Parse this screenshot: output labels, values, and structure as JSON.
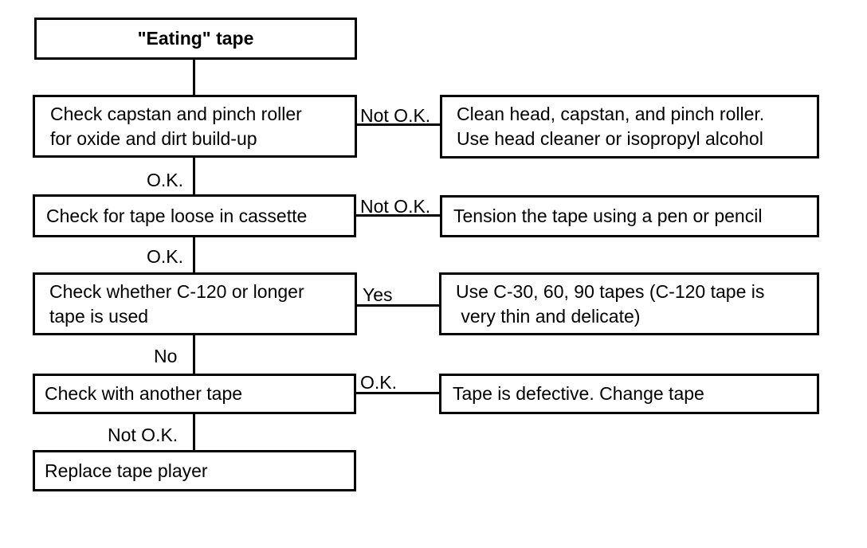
{
  "title_box": "\"Eating\" tape",
  "steps": [
    {
      "check_lines": [
        "Check capstan and pinch roller",
        "for oxide and dirt build-up"
      ],
      "side_label": "Not O.K.",
      "action_lines": [
        "Clean head, capstan, and pinch roller.",
        "Use head cleaner or isopropyl alcohol"
      ],
      "down_label": "O.K."
    },
    {
      "check_lines": [
        "Check for tape loose in cassette"
      ],
      "side_label": "Not O.K.",
      "action_lines": [
        "Tension the tape using a pen or pencil"
      ],
      "down_label": "O.K."
    },
    {
      "check_lines": [
        "Check whether C-120 or longer",
        "tape is used"
      ],
      "side_label": "Yes",
      "action_lines": [
        "Use C-30, 60, 90 tapes (C-120 tape is",
        " very thin and delicate)"
      ],
      "down_label": "No"
    },
    {
      "check_lines": [
        "Check with another tape"
      ],
      "side_label": "O.K.",
      "action_lines": [
        "Tape is defective. Change tape"
      ],
      "down_label": "Not O.K."
    }
  ],
  "final_box": "Replace tape player"
}
